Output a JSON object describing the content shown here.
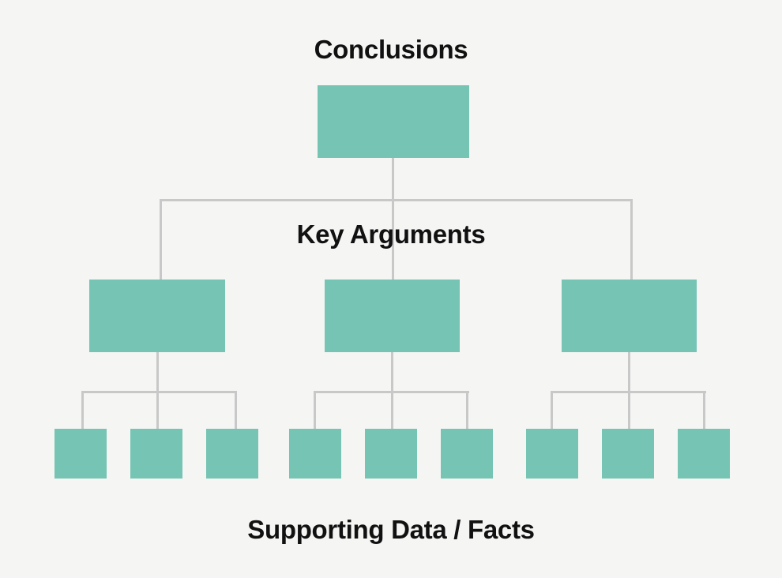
{
  "colors": {
    "background": "#f5f5f4",
    "box": "#76c4b4",
    "connector": "#c8c8c8",
    "text": "#111111"
  },
  "diagram": {
    "levels": [
      {
        "name": "conclusions",
        "label": "Conclusions",
        "box_count": 1
      },
      {
        "name": "key-arguments",
        "label": "Key Arguments",
        "box_count": 3
      },
      {
        "name": "supporting-data",
        "label": "Supporting Data / Facts",
        "box_count": 9
      }
    ]
  }
}
